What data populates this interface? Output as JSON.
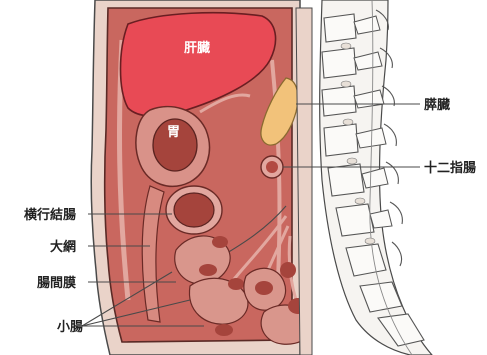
{
  "labels": {
    "liver": "肝臓",
    "stomach": "胃",
    "pancreas": "膵臓",
    "duodenum": "十二指腸",
    "transverse_colon": "横行結腸",
    "greater_omentum": "大網",
    "mesentery": "腸間膜",
    "small_intestine": "小腸"
  },
  "colors": {
    "body_outline": "#e9cfc4",
    "cavity": "#e9d6cf",
    "tissue": "#c0564e",
    "tissue_dark": "#9c3a33",
    "liver": "#e84a55",
    "pancreas": "#f2c27a",
    "spine": "#f3f1ee",
    "outline": "#4a4a4a"
  }
}
